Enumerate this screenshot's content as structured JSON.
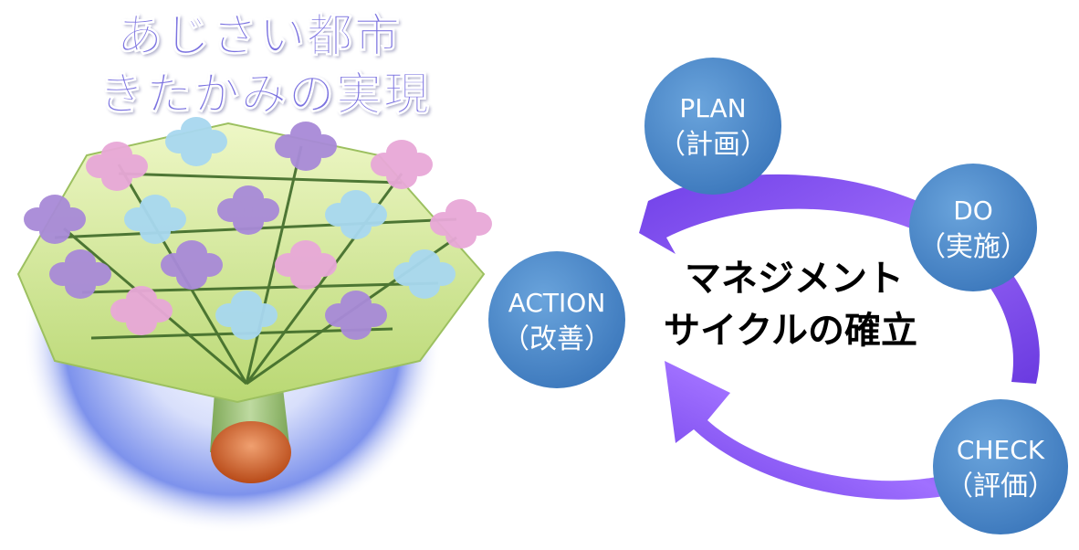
{
  "title": {
    "line1": "あじさい都市",
    "line2": "きたかみの実現",
    "color": "#7b72e0"
  },
  "cycle": {
    "center_line1": "マネジメント",
    "center_line2": "サイクルの確立",
    "arrow_color": "#8a4ff0",
    "circle_color": "#4a86c7",
    "circle_text_color": "#ffffff",
    "stages": [
      {
        "id": "plan",
        "name": "PLAN",
        "sub": "（計画）"
      },
      {
        "id": "do",
        "name": "DO",
        "sub": "（実施）"
      },
      {
        "id": "check",
        "name": "CHECK",
        "sub": "（評価）"
      },
      {
        "id": "action",
        "name": "ACTION",
        "sub": "（改善）"
      }
    ]
  },
  "illustration": {
    "icon": "hydrangea-umbrella-illustration",
    "glow_color": "#6a84e8",
    "leaf_color": "#d6ea92",
    "flower_pink": "#e8a8d8",
    "flower_blue": "#a8d8f0",
    "flower_purple": "#a88ad8"
  }
}
